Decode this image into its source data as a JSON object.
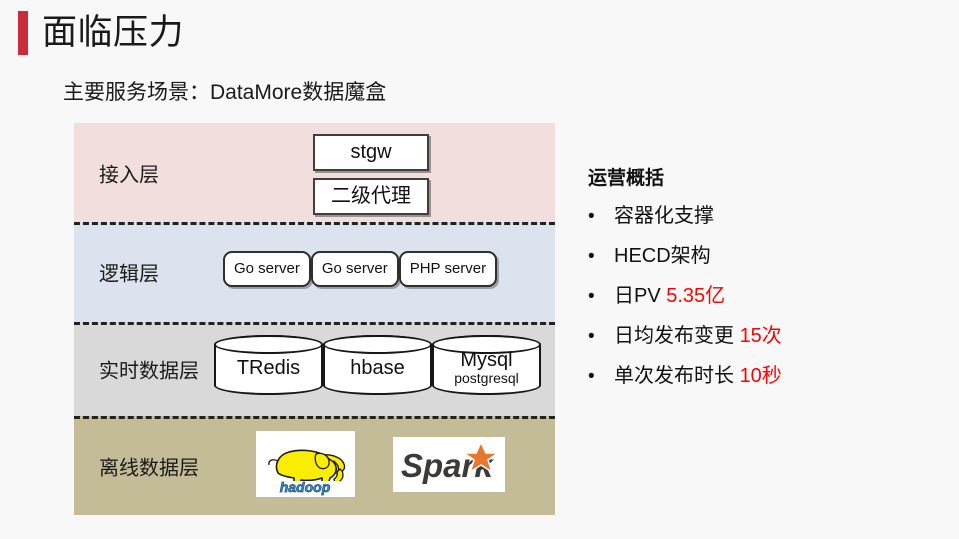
{
  "slide": {
    "title": "面临压力",
    "subtitle": "主要服务场景：DataMore数据魔盒",
    "accent_color": "#CC2B3C"
  },
  "architecture": {
    "layers": [
      {
        "label": "接入层",
        "bg_color": "#F2DEDC",
        "boxes": [
          {
            "label": "stgw"
          },
          {
            "label": "二级代理"
          }
        ]
      },
      {
        "label": "逻辑层",
        "bg_color": "#DCE3EF",
        "boxes": [
          {
            "label": "Go server"
          },
          {
            "label": "Go server"
          },
          {
            "label": "PHP server"
          }
        ]
      },
      {
        "label": "实时数据层",
        "bg_color": "#D9D9D9",
        "boxes": [
          {
            "label": "TRedis",
            "sub": ""
          },
          {
            "label": "hbase",
            "sub": ""
          },
          {
            "label": "Mysql",
            "sub": "postgresql"
          }
        ]
      },
      {
        "label": "离线数据层",
        "bg_color": "#C4BC97",
        "logos": [
          {
            "name": "hadoop-logo",
            "text": "hadoop"
          },
          {
            "name": "spark-logo",
            "text": "Spark"
          }
        ]
      }
    ]
  },
  "summary": {
    "heading": "运营概括",
    "bullet_marker": "•",
    "items": [
      {
        "text": "容器化支撑",
        "value": ""
      },
      {
        "text": "HECD架构",
        "value": ""
      },
      {
        "text": "日PV ",
        "value": "5.35亿"
      },
      {
        "text": "日均发布变更 ",
        "value": " 15次"
      },
      {
        "text": "单次发布时长 ",
        "value": " 10秒"
      }
    ],
    "highlight_color": "#FF0000"
  }
}
